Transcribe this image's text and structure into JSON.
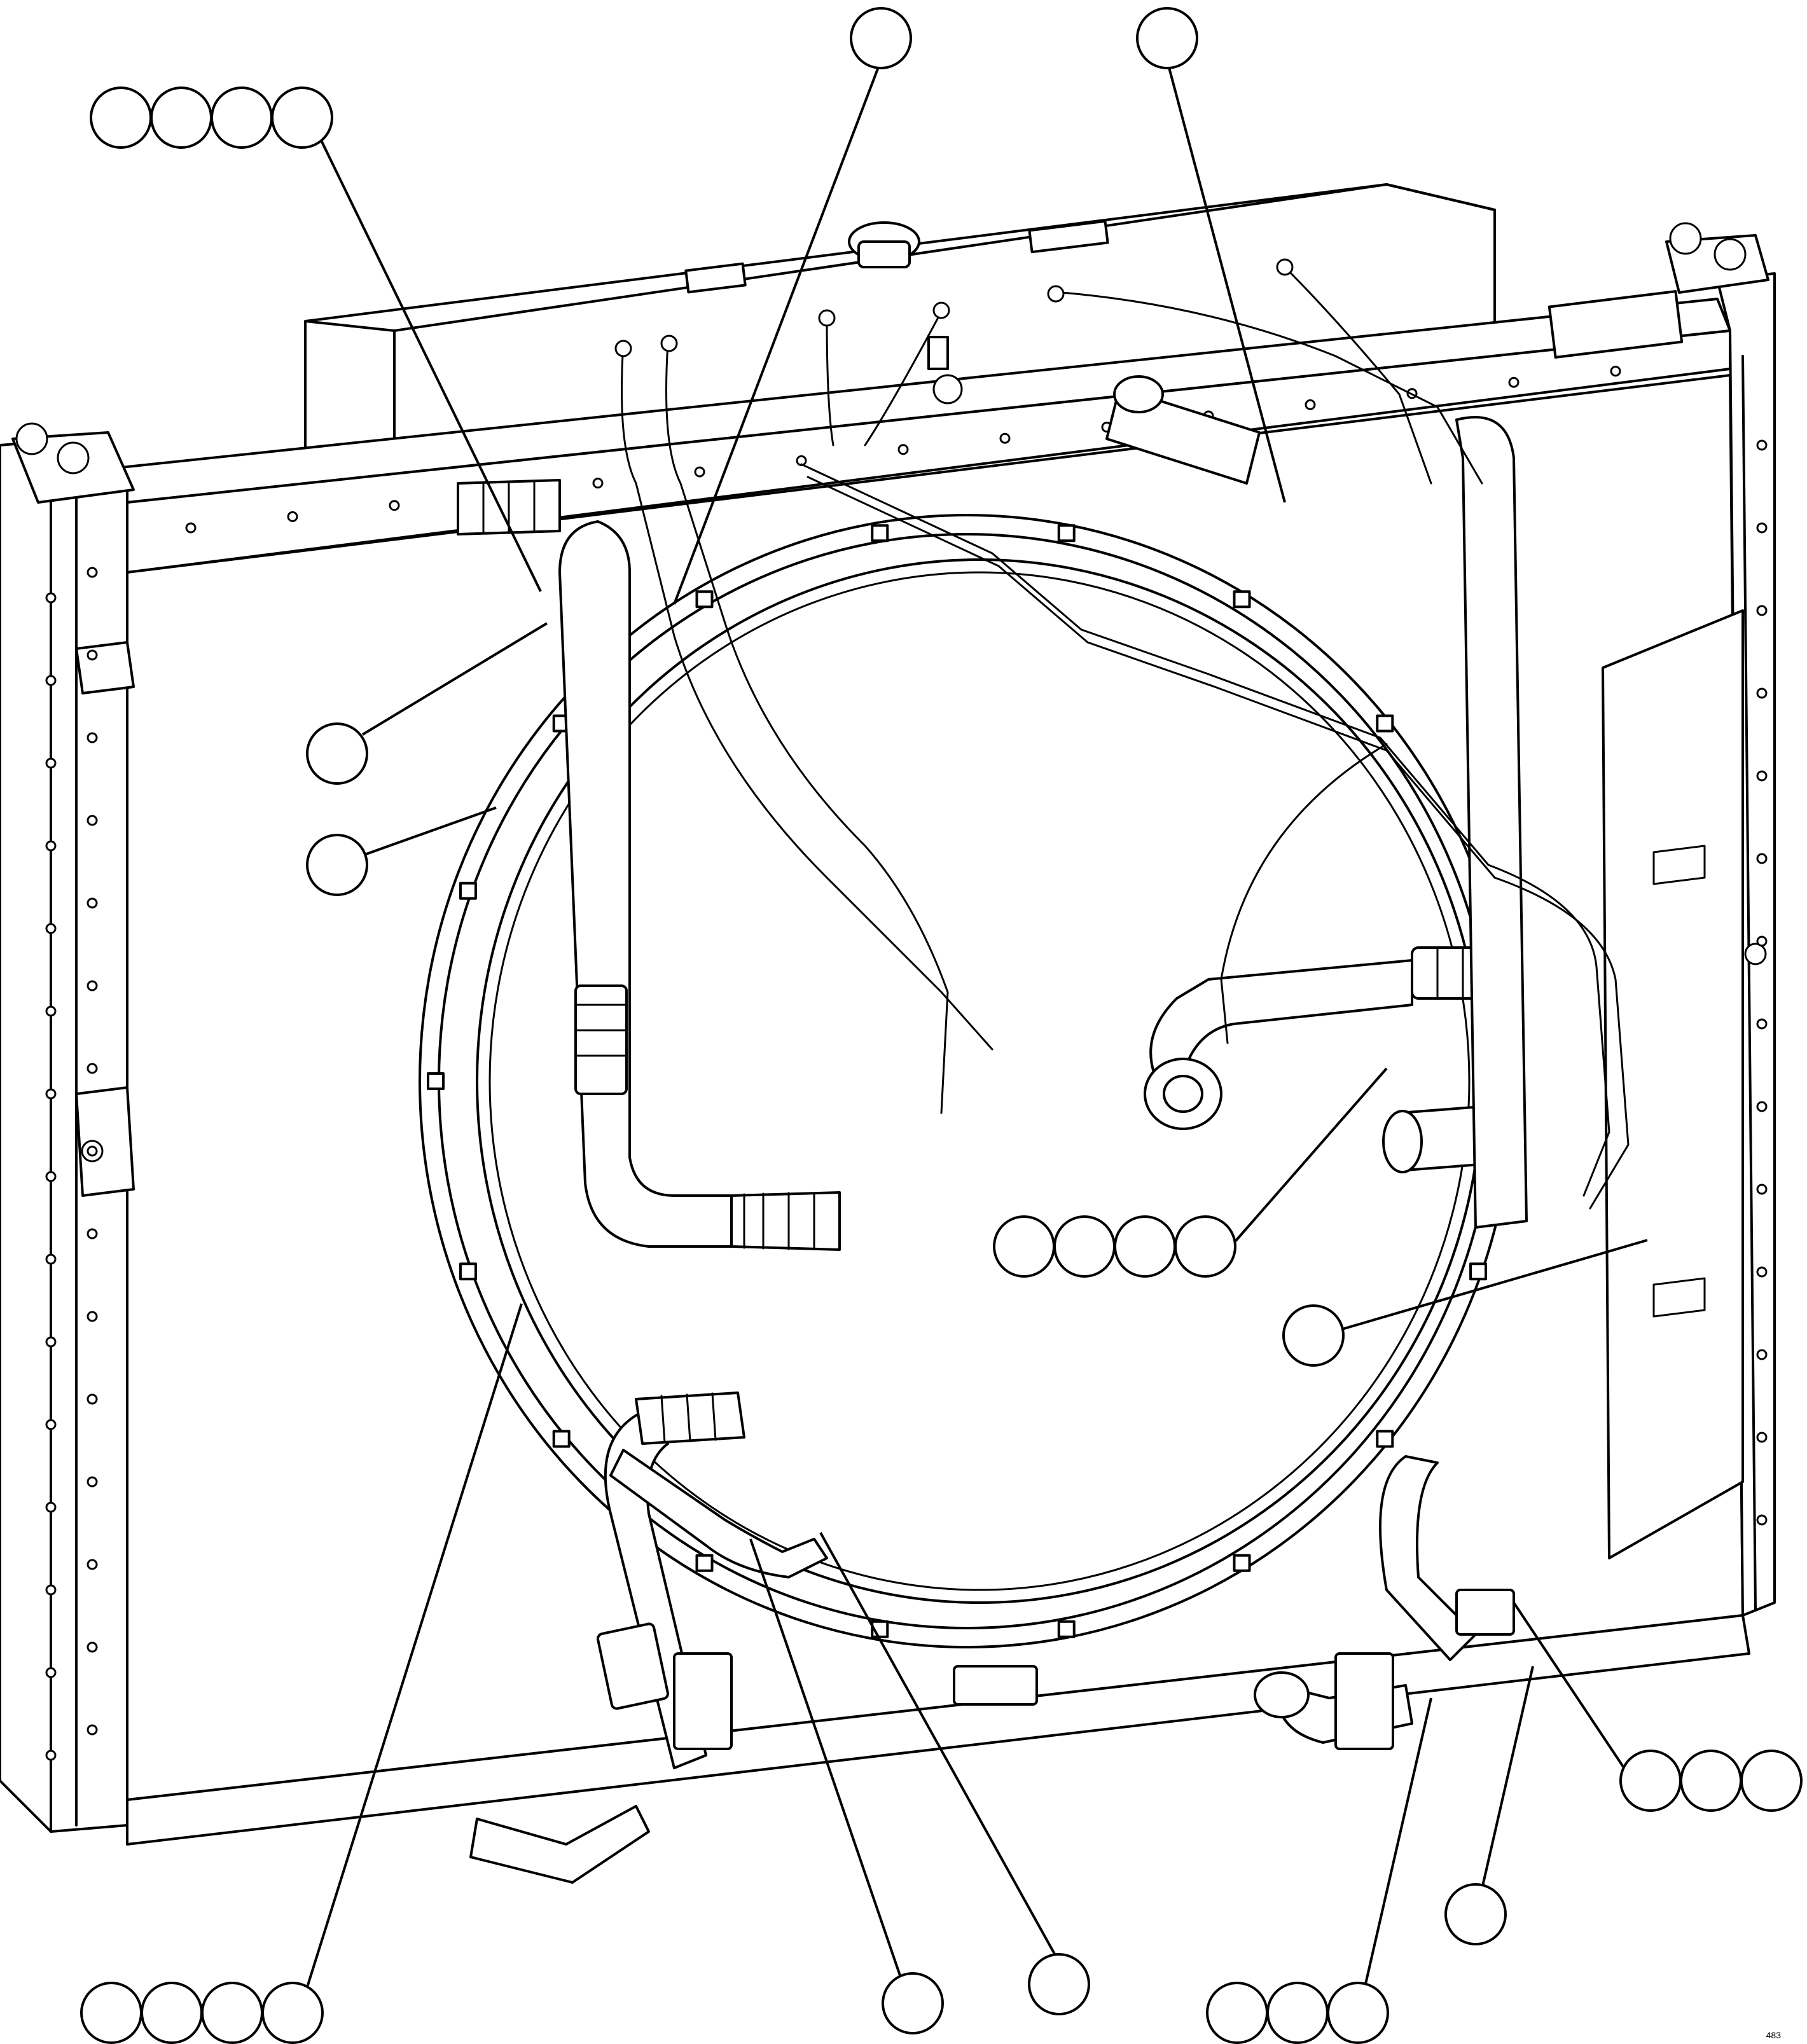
{
  "drawing": {
    "reference_number": "483",
    "subject": "radiator-assembly-with-hoses-and-harness"
  },
  "callouts": [
    {
      "id": "group-top-left",
      "count": 4
    },
    {
      "id": "single-top-center",
      "count": 1
    },
    {
      "id": "single-top-right",
      "count": 1
    },
    {
      "id": "single-left-upper",
      "count": 1
    },
    {
      "id": "single-left-middle",
      "count": 1
    },
    {
      "id": "group-center",
      "count": 4
    },
    {
      "id": "single-right-middle",
      "count": 1
    },
    {
      "id": "group-right-lower",
      "count": 3
    },
    {
      "id": "single-right-bottom",
      "count": 1
    },
    {
      "id": "group-bottom-left",
      "count": 4
    },
    {
      "id": "single-bottom-center-left",
      "count": 1
    },
    {
      "id": "single-bottom-center-right",
      "count": 1
    },
    {
      "id": "group-bottom-right",
      "count": 3
    }
  ]
}
